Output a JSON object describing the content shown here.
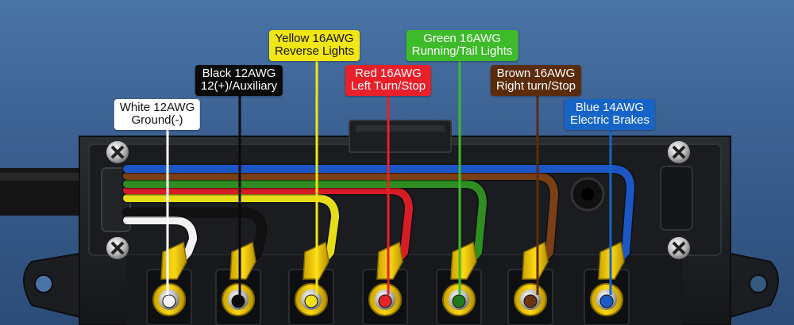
{
  "wires": [
    {
      "id": "white",
      "line1": "White 12AWG",
      "line2": "Ground(-)",
      "bg": "#ffffff",
      "fg": "#111111",
      "color": "#f2f2f2",
      "term": "#f5f5f5"
    },
    {
      "id": "black",
      "line1": "Black 12AWG",
      "line2": "12(+)/Auxiliary",
      "bg": "#0a0a0a",
      "fg": "#ffffff",
      "color": "#111111",
      "term": "#0a0a0a"
    },
    {
      "id": "yellow",
      "line1": "Yellow 16AWG",
      "line2": "Reverse Lights",
      "bg": "#f2e614",
      "fg": "#111111",
      "color": "#e6dc1a",
      "term": "#efe21a"
    },
    {
      "id": "red",
      "line1": "Red 16AWG",
      "line2": "Left Turn/Stop",
      "bg": "#e8202a",
      "fg": "#ffffff",
      "color": "#d61d25",
      "term": "#e3262b"
    },
    {
      "id": "green",
      "line1": "Green 16AWG",
      "line2": "Running/Tail Lights",
      "bg": "#3dbb2a",
      "fg": "#ffffff",
      "color": "#2f8d22",
      "term": "#207a1c"
    },
    {
      "id": "brown",
      "line1": "Brown 16AWG",
      "line2": "Right turn/Stop",
      "bg": "#5a2c0c",
      "fg": "#ffffff",
      "color": "#7a3f14",
      "term": "#6a3512"
    },
    {
      "id": "blue",
      "line1": "Blue 14AWG",
      "line2": "Electric Brakes",
      "bg": "#1764c8",
      "fg": "#ffffff",
      "color": "#1b56c4",
      "term": "#1a5ccc"
    }
  ]
}
